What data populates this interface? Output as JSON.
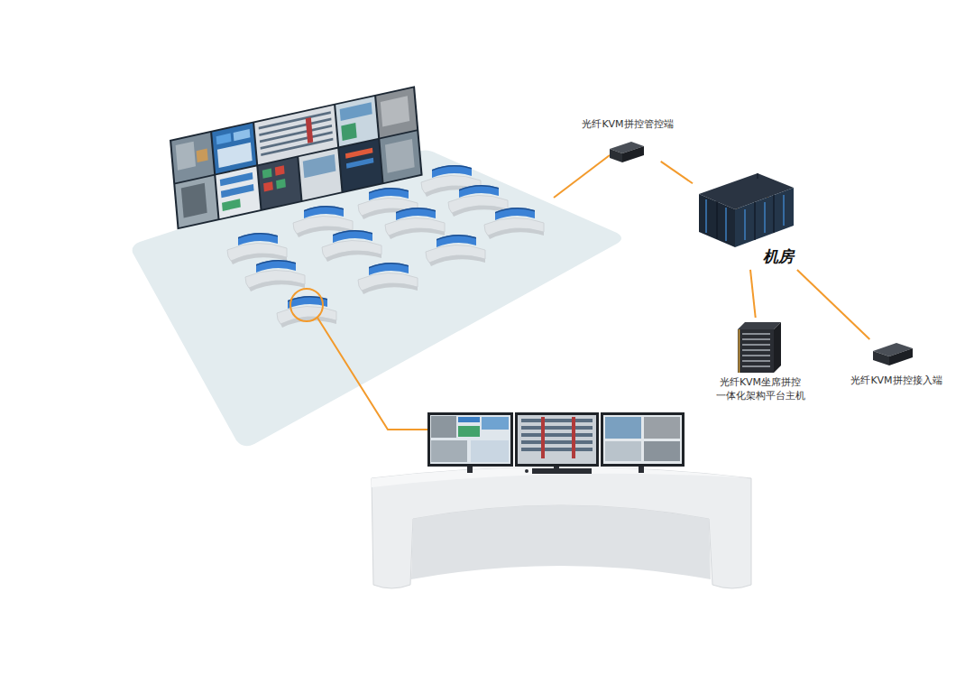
{
  "diagram": {
    "nodes": [
      {
        "text": [
          "光纤KVM拼控管控端"
        ]
      },
      {
        "text": [
          "机房"
        ]
      },
      {
        "text": [
          "光纤KVM坐席拼控 一体化架构平台主机"
        ]
      },
      {
        "text": [
          "光纤KVM拼控接入端"
        ]
      }
    ],
    "edges": [
      {
        "from": 0,
        "to": 1,
        "arrow": "none"
      },
      {
        "from": 1,
        "to": 2,
        "arrow": "none"
      },
      {
        "from": 1,
        "to": 3,
        "arrow": "none"
      }
    ]
  }
}
